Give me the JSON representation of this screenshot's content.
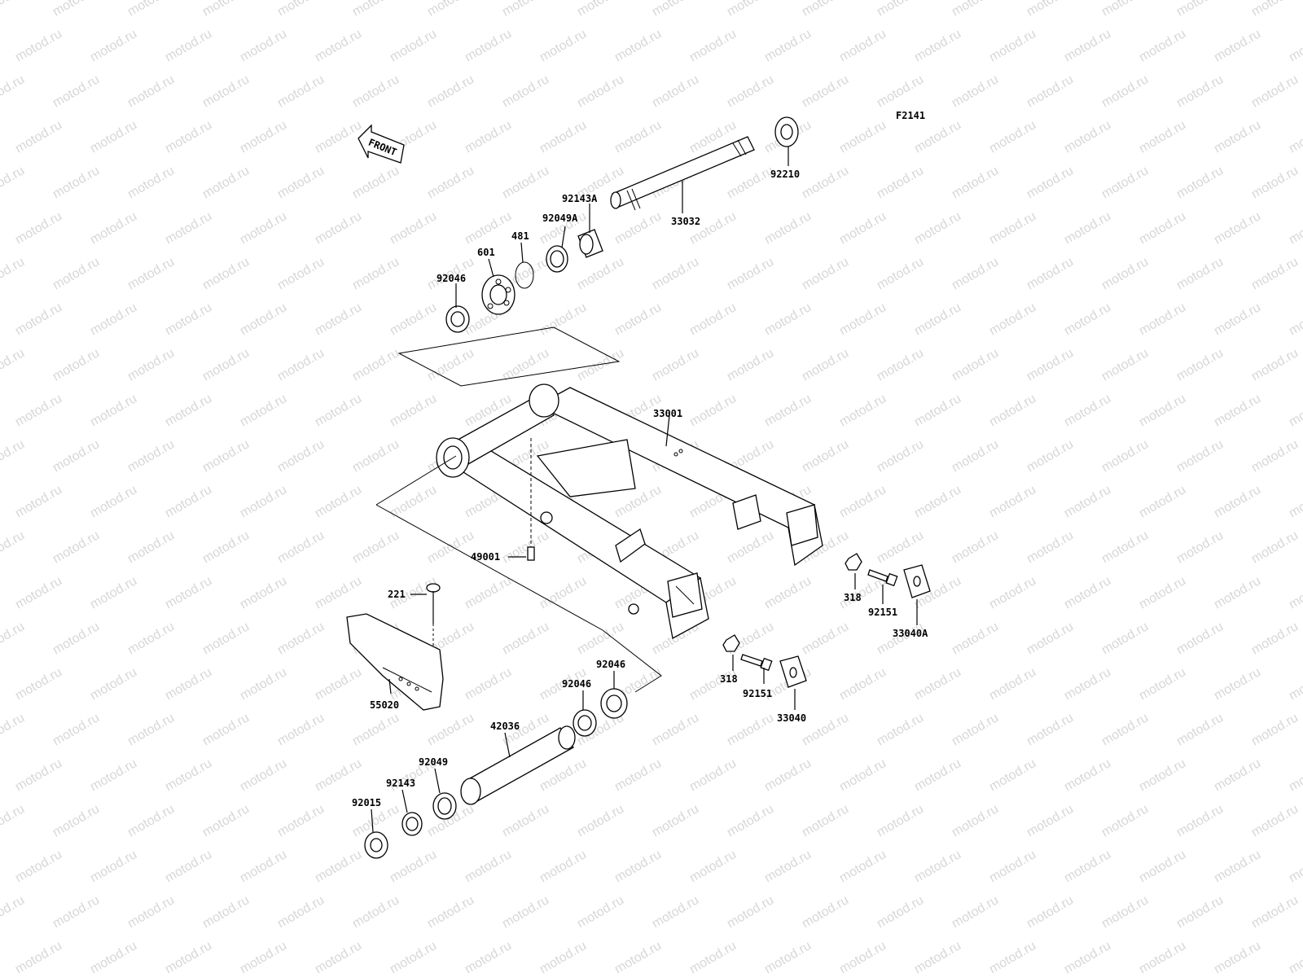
{
  "diagram": {
    "figure_code": "F2141",
    "front_arrow_text": "FRONT",
    "watermark_text": "motod.ru",
    "labels": {
      "p92210": "92210",
      "p33032": "33032",
      "p92143A": "92143A",
      "p92049A": "92049A",
      "p481": "481",
      "p601": "601",
      "p92046_top": "92046",
      "p33001": "33001",
      "p49001": "49001",
      "p221": "221",
      "p55020": "55020",
      "p318_r": "318",
      "p92151_r": "92151",
      "p33040A": "33040A",
      "p318_l": "318",
      "p92151_l": "92151",
      "p33040": "33040",
      "p92046_a": "92046",
      "p92046_b": "92046",
      "p42036": "42036",
      "p92049": "92049",
      "p92143": "92143",
      "p92015": "92015"
    }
  }
}
